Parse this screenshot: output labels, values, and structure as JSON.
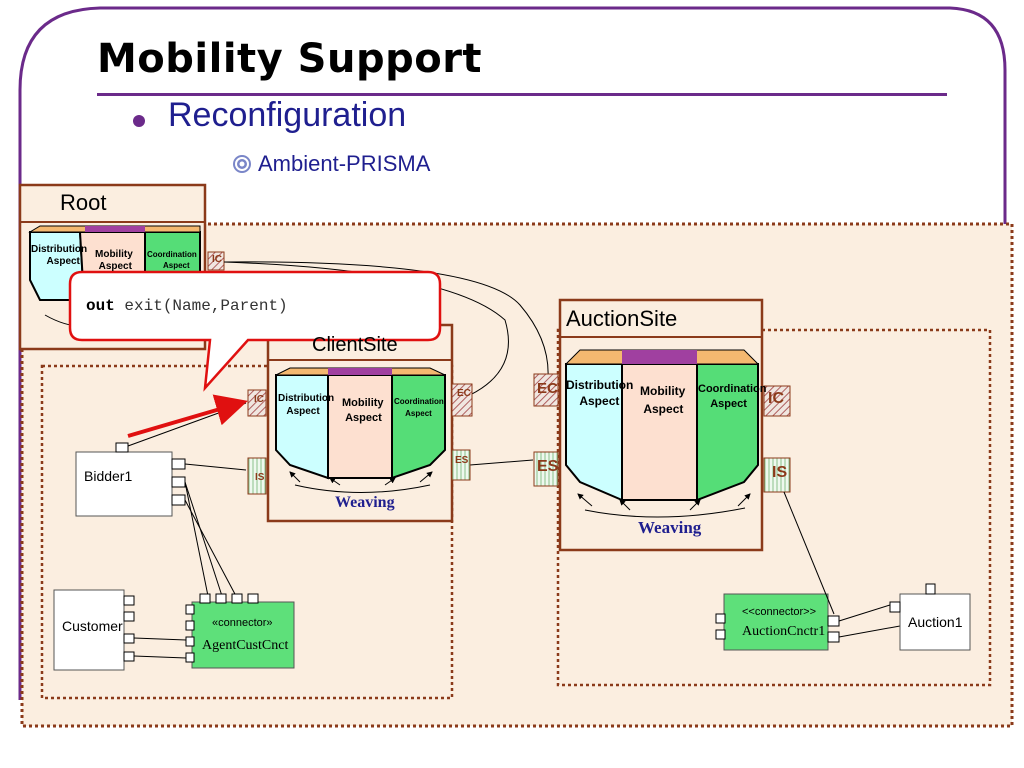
{
  "slide": {
    "title": "Mobility Support",
    "bullet": "Reconfiguration",
    "sub_bullet": "Ambient-PRISMA",
    "sub_bullet_icon": "swirl-bullet-icon"
  },
  "callout": {
    "keyword": "out",
    "code": " exit(Name,Parent)"
  },
  "diagram": {
    "root_label": "Root",
    "client_site_label": "ClientSite",
    "auction_site_label": "AuctionSite",
    "aspects": {
      "distribution": [
        "Distribution",
        "Aspect"
      ],
      "mobility": [
        "Mobility",
        "Aspect"
      ],
      "coordination": [
        "Coordination",
        "Aspect"
      ]
    },
    "weaving": "Weaving",
    "ports": {
      "ic": "IC",
      "ec": "EC",
      "es": "ES",
      "is": "IS"
    },
    "bidder": "Bidder1",
    "customer": "Customer",
    "agent_connector_stereotype": "«connector»",
    "agent_connector_name": "AgentCustCnct",
    "auction_connector_stereotype": "<<connector>>",
    "auction_connector_name": "AuctionCnctr1",
    "auction": "Auction1"
  },
  "colors": {
    "frame_purple": "#6b2a8a",
    "text_blue": "#1f1f8f",
    "box_brown": "#8b3a1a",
    "panel_bg": "#fbeee0",
    "dist_cyan": "#ccffff",
    "mob_pink": "#fde0d0",
    "coord_green": "#55dd77",
    "top_purple": "#a040a0",
    "top_orange": "#f4b870",
    "connector_green": "#5ee07a",
    "arrow_red": "#e01010"
  }
}
